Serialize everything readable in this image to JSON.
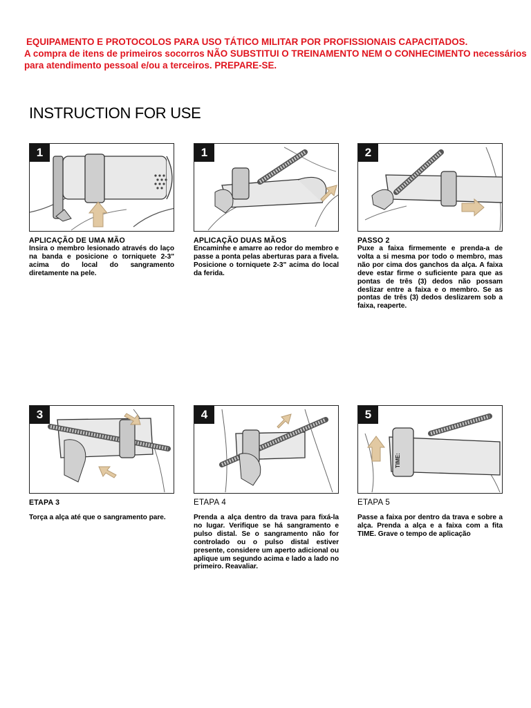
{
  "warning": {
    "line1": "EQUIPAMENTO E PROTOCOLOS PARA USO TÁTICO MILITAR POR PROFISSIONAIS CAPACITADOS.",
    "line2": "A compra de itens de primeiros socorros NÃO SUBSTITUI O TREINAMENTO NEM O CONHECIMENTO necessários",
    "line3": "para atendimento pessoal e/ou a terceiros. PREPARE-SE."
  },
  "title": "INSTRUCTION FOR USE",
  "colors": {
    "warning": "#e0141e",
    "badge": "#151515",
    "arrow": "#e2c9a2",
    "strap": "#e9e9e9"
  },
  "steps": [
    {
      "badge": "1",
      "heading": "APLICAÇÃO DE UMA MÃO",
      "description": "Insira o membro lesionado através do laço na banda e posicione o torniquete 2-3\" acima do local do sangramento diretamente na pele."
    },
    {
      "badge": "1",
      "heading": "APLICAÇÃO DUAS MÃOS",
      "description": "Encaminhe e amarre ao redor do membro e passe a ponta pelas aberturas para a fivela. Posicione o torniquete 2-3\" acima do local da ferida."
    },
    {
      "badge": "2",
      "heading": "PASSO 2",
      "description": "Puxe a faixa firmemente e prenda-a de volta a si mesma por todo o membro, mas não por cima dos ganchos da alça. A faixa deve estar firme o suficiente para que as pontas de três (3) dedos não possam deslizar entre a faixa e o membro. Se as pontas de três (3) dedos deslizarem sob a faixa, reaperte."
    },
    {
      "badge": "3",
      "heading": "ETAPA 3",
      "description": "Torça a alça até que o sangramento pare."
    },
    {
      "badge": "4",
      "heading": "ETAPA 4",
      "description": "Prenda a alça dentro da trava para fixá-la no lugar. Verifique se há sangramento e pulso distal. Se o sangramento não for controlado ou o pulso distal estiver presente, considere um aperto adicional ou aplique um segundo acima e lado a lado no primeiro. Reavaliar."
    },
    {
      "badge": "5",
      "heading": "ETAPA 5",
      "description": "Passe a faixa por dentro da trava e sobre a alça. Prenda a alça e a faixa com a fita TIME. Grave o tempo de aplicação",
      "time_label": "TIME:"
    }
  ]
}
